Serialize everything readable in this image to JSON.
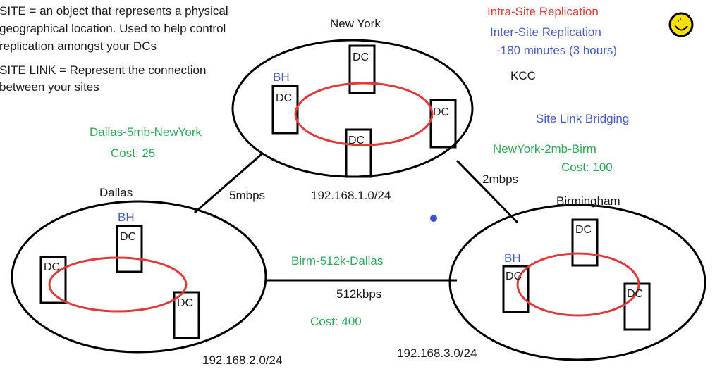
{
  "definitions": {
    "site_line1": "SITE = an object that represents a physical",
    "site_line2": "geographical location. Used to help control",
    "site_line3": "replication amongst your DCs",
    "sitelink_line1": "SITE LINK = Represent the connection",
    "sitelink_line2": "between your sites"
  },
  "notes": {
    "intra_site": "Intra-Site Replication",
    "inter_site": "Inter-Site Replication",
    "interval": "-180 minutes (3 hours)",
    "kcc": "KCC",
    "site_link_bridging": "Site Link Bridging"
  },
  "colors": {
    "intra": "#e03a3a",
    "inter": "#4a5cc4",
    "site_link": "#2fa85a",
    "smiley": "#f5e000"
  },
  "sites": {
    "new_york": {
      "name": "New York",
      "subnet": "192.168.1.0/24",
      "bridgehead_label": "BH",
      "dc_label": "DC"
    },
    "dallas": {
      "name": "Dallas",
      "subnet": "192.168.2.0/24",
      "bridgehead_label": "BH",
      "dc_label": "DC"
    },
    "birmingham": {
      "name": "Birmingham",
      "subnet": "192.168.3.0/24",
      "bridgehead_label": "BH",
      "dc_label": "DC"
    }
  },
  "links": {
    "dallas_newyork": {
      "name": "Dallas-5mb-NewYork",
      "cost": "Cost:  25",
      "bandwidth": "5mbps"
    },
    "newyork_birm": {
      "name": "NewYork-2mb-Birm",
      "cost": "Cost: 100",
      "bandwidth": "2mbps"
    },
    "birm_dallas": {
      "name": "Birm-512k-Dallas",
      "cost": "Cost:  400",
      "bandwidth": "512kbps"
    }
  }
}
